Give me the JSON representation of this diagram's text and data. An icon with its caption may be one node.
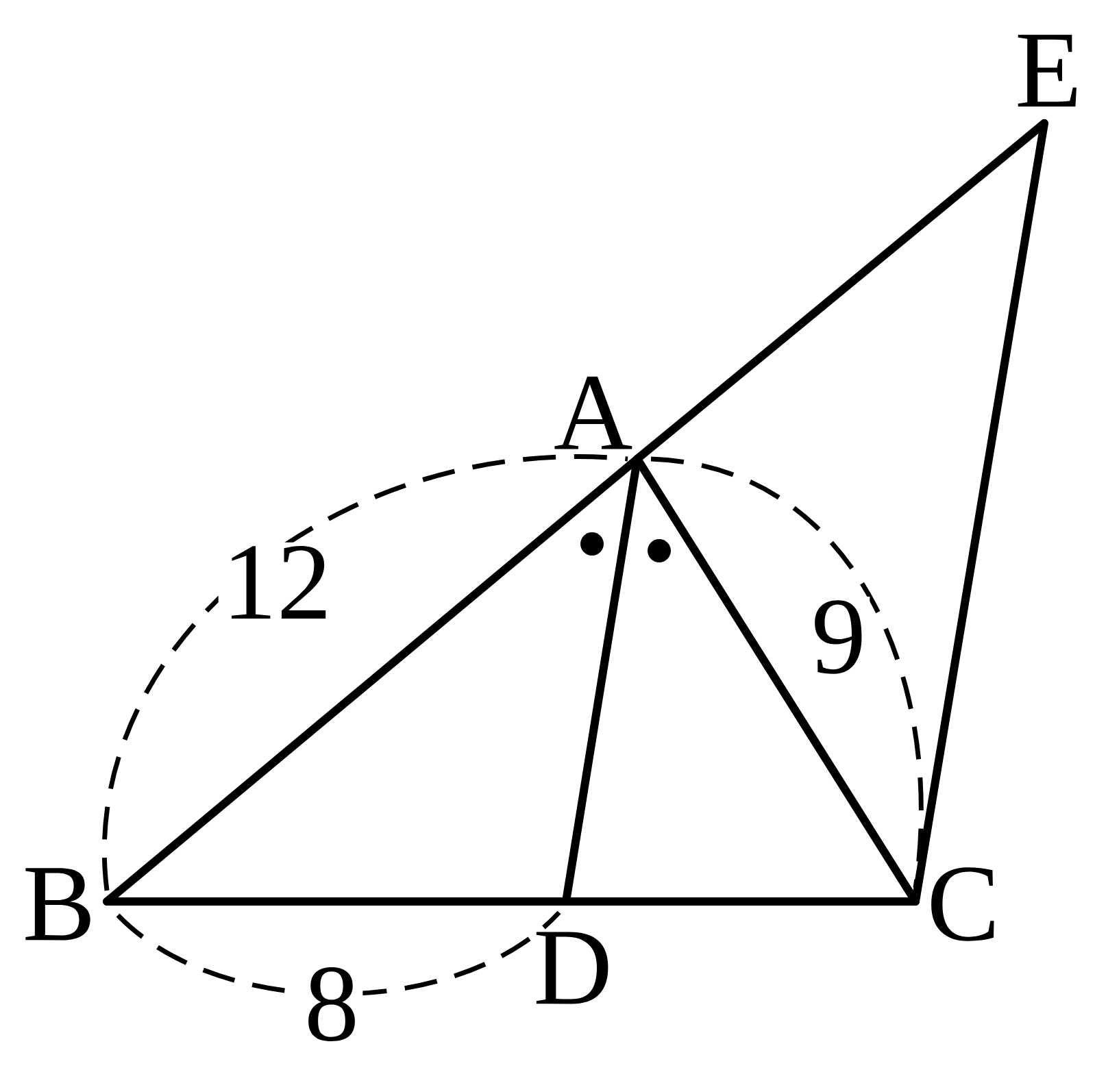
{
  "diagram": {
    "nodes": [
      {
        "text": [
          "A"
        ]
      },
      {
        "text": [
          "B"
        ]
      },
      {
        "text": [
          "C"
        ]
      },
      {
        "text": [
          "D"
        ]
      },
      {
        "text": [
          "E"
        ]
      }
    ],
    "edges": [
      {
        "from": 1,
        "to": 0,
        "arrow": "none"
      },
      {
        "from": 0,
        "to": 4,
        "arrow": "none"
      },
      {
        "from": 0,
        "to": 3,
        "arrow": "none"
      },
      {
        "from": 0,
        "to": 2,
        "arrow": "none"
      },
      {
        "from": 1,
        "to": 3,
        "arrow": "none"
      },
      {
        "from": 3,
        "to": 2,
        "arrow": "none"
      },
      {
        "from": 2,
        "to": 4,
        "arrow": "none"
      }
    ],
    "labels": [
      "12",
      "9",
      "8"
    ]
  }
}
